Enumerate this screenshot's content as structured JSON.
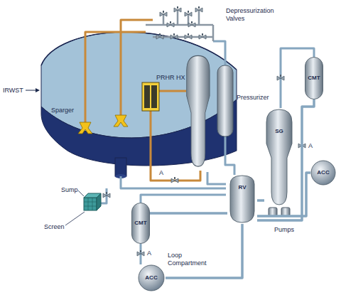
{
  "diagram": {
    "nodes": [
      {
        "text": [
          "CMT"
        ]
      },
      {
        "text": [
          "SG"
        ]
      },
      {
        "text": [
          "ACC"
        ]
      },
      {
        "text": [
          "RV"
        ]
      },
      {
        "text": [
          "CMT"
        ]
      },
      {
        "text": [
          "ACC"
        ]
      }
    ],
    "edges": [
      {
        "from": 0,
        "to": 3,
        "arrow": "none"
      },
      {
        "from": 2,
        "to": 3,
        "arrow": "none"
      },
      {
        "from": 1,
        "to": 3,
        "arrow": "none"
      },
      {
        "from": 4,
        "to": 3,
        "arrow": "none"
      },
      {
        "from": 5,
        "to": 3,
        "arrow": "none"
      }
    ],
    "labels": [
      "Depressurization Valves",
      "IRWST",
      "Sparger",
      "PRHR HX",
      "Pressurizer",
      "A",
      "A",
      "A",
      "Sump",
      "Screen",
      "Loop Compartment",
      "Pumps"
    ]
  }
}
